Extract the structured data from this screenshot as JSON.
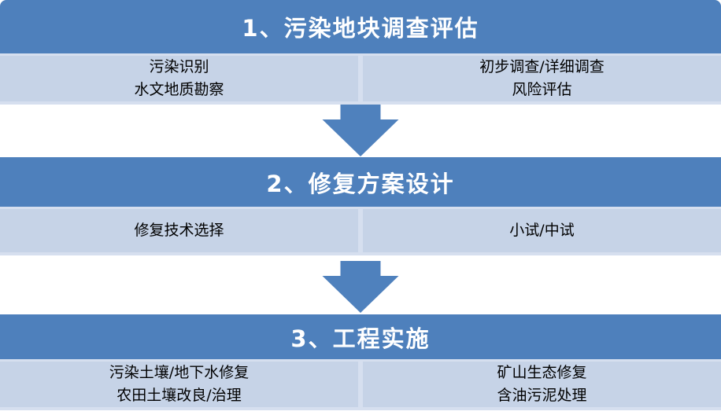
{
  "diagram": {
    "type": "process-flow",
    "title_semantic": "Contaminated land investigation and remediation workflow",
    "colors": {
      "header_bg": "#4E80BC",
      "header_text": "#FFFFFF",
      "cell_bg": "#C6D3E7",
      "divider": "#D6DFEF",
      "arrow": "#4F81BD",
      "label_text": "#000000",
      "page_bg": "#FFFFFF"
    },
    "stages": [
      {
        "title": "1、污染地块调查评估",
        "left_items": [
          "污染识别",
          "水文地质勘察"
        ],
        "right_items": [
          "初步调查/详细调查",
          "风险评估"
        ]
      },
      {
        "title": "2、修复方案设计",
        "left_items": [
          "修复技术选择"
        ],
        "right_items": [
          "小试/中试"
        ]
      },
      {
        "title": "3、工程实施",
        "left_items": [
          "污染土壤/地下水修复",
          "农田土壤改良/治理"
        ],
        "right_items": [
          "矿山生态修复",
          "含油污泥处理"
        ]
      }
    ],
    "connectors": [
      {
        "icon": "down-arrow-icon",
        "from": "stage-1",
        "to": "stage-2"
      },
      {
        "icon": "down-arrow-icon",
        "from": "stage-2",
        "to": "stage-3"
      }
    ]
  }
}
